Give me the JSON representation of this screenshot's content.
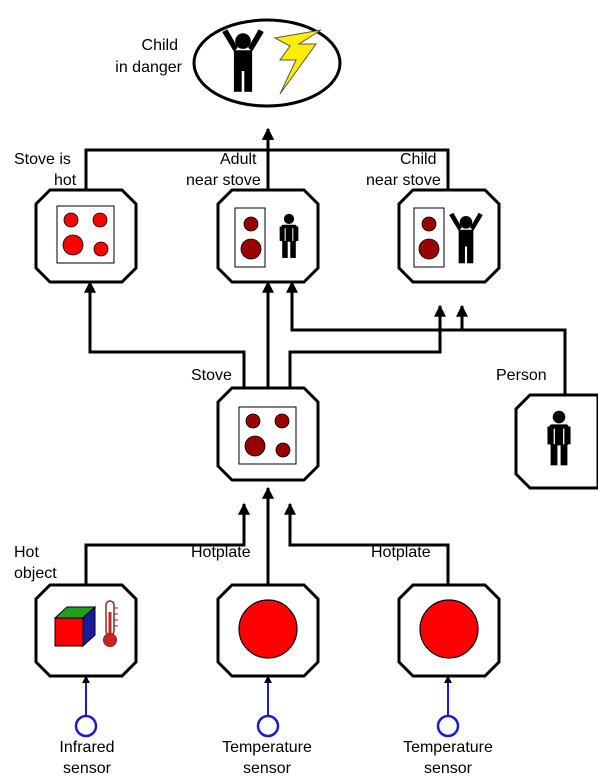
{
  "goal": {
    "label_line1": "Child",
    "label_line2": "in danger",
    "icon": "child-danger-icon"
  },
  "situations": [
    {
      "id": "stove-hot",
      "label_line1": "Stove is",
      "label_line2": "hot",
      "icon": "hot-stove-icon"
    },
    {
      "id": "adult-near",
      "label_line1": "Adult",
      "label_line2": "near stove",
      "icon": "stove-adult-icon"
    },
    {
      "id": "child-near",
      "label_line1": "Child",
      "label_line2": "near stove",
      "icon": "stove-child-icon"
    }
  ],
  "objects": [
    {
      "id": "stove",
      "label": "Stove",
      "icon": "stove-icon"
    },
    {
      "id": "person",
      "label": "Person",
      "icon": "person-icon"
    }
  ],
  "features": [
    {
      "id": "hot-object",
      "label_line1": "Hot",
      "label_line2": "object",
      "icon": "hot-object-icon"
    },
    {
      "id": "hotplate-1",
      "label": "Hotplate",
      "icon": "hotplate-icon"
    },
    {
      "id": "hotplate-2",
      "label": "Hotplate",
      "icon": "hotplate-icon"
    }
  ],
  "sensors": [
    {
      "id": "infrared",
      "label_line1": "Infrared",
      "label_line2": "sensor"
    },
    {
      "id": "temp-1",
      "label_line1": "Temperature",
      "label_line2": "sensor"
    },
    {
      "id": "temp-2",
      "label_line1": "Temperature",
      "label_line2": "sensor"
    }
  ],
  "colors": {
    "hot_red": "#ff0000",
    "dark_red": "#990000",
    "sensor_blue": "#1a1ad6",
    "bolt_yellow": "#ffee00"
  }
}
